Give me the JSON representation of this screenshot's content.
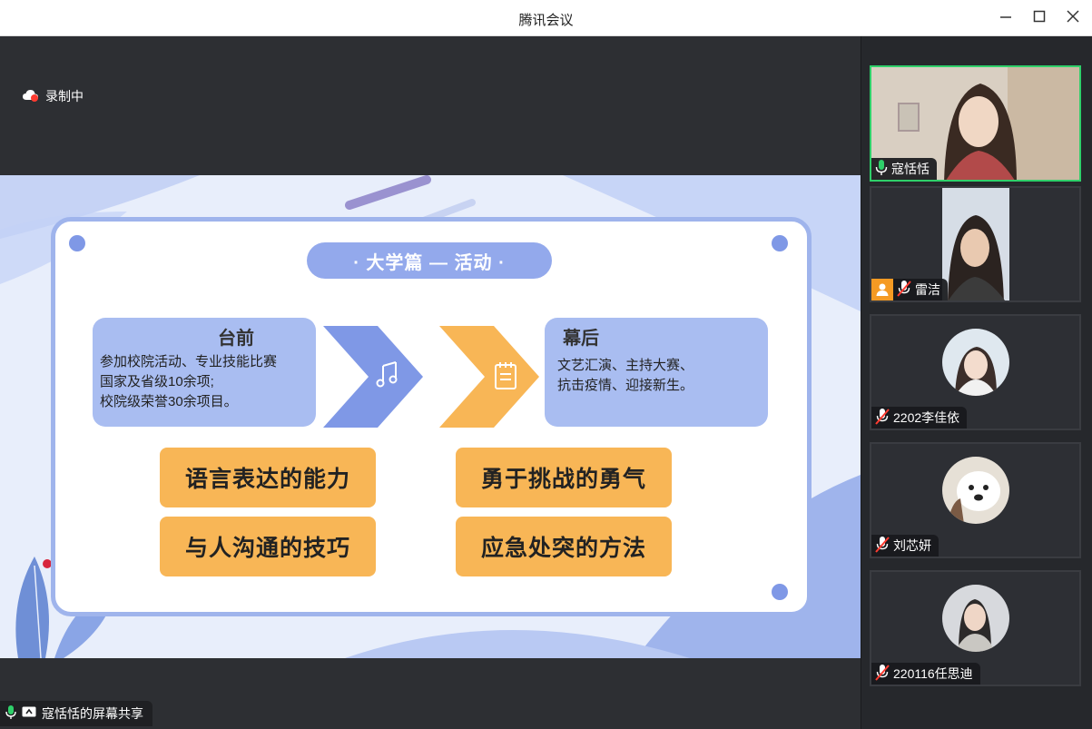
{
  "window": {
    "title": "腾讯会议"
  },
  "recording": {
    "label": "录制中"
  },
  "slide": {
    "title": "· 大学篇 — 活动 ·",
    "front": {
      "heading": "台前",
      "lines": [
        "参加校院活动、专业技能比赛",
        "国家及省级10余项;",
        "校院级荣誉30余项目。"
      ]
    },
    "back": {
      "heading": "幕后",
      "lines": [
        "文艺汇演、主持大赛、",
        "抗击疫情、迎接新生。"
      ]
    },
    "abilities": [
      "语言表达的能力",
      "勇于挑战的勇气",
      "与人沟通的技巧",
      "应急处突的方法"
    ]
  },
  "share": {
    "label": "寇恬恬的屏幕共享"
  },
  "participants": [
    {
      "name": "寇恬恬",
      "mic": "on",
      "active": true
    },
    {
      "name": "雷洁",
      "mic": "muted",
      "active": false
    },
    {
      "name": "2202李佳依",
      "mic": "muted",
      "active": false
    },
    {
      "name": "刘芯妍",
      "mic": "muted",
      "active": false
    },
    {
      "name": "220116任思迪",
      "mic": "muted",
      "active": false
    }
  ],
  "colors": {
    "accent_green": "#2fd06a",
    "slide_blue": "#93a9ec",
    "slide_orange": "#f8b656"
  },
  "icons": [
    "minimize-icon",
    "maximize-icon",
    "close-icon",
    "cloud-record-icon",
    "mic-icon",
    "mic-muted-icon",
    "screen-share-icon",
    "music-note-icon",
    "notepad-icon",
    "host-icon"
  ]
}
